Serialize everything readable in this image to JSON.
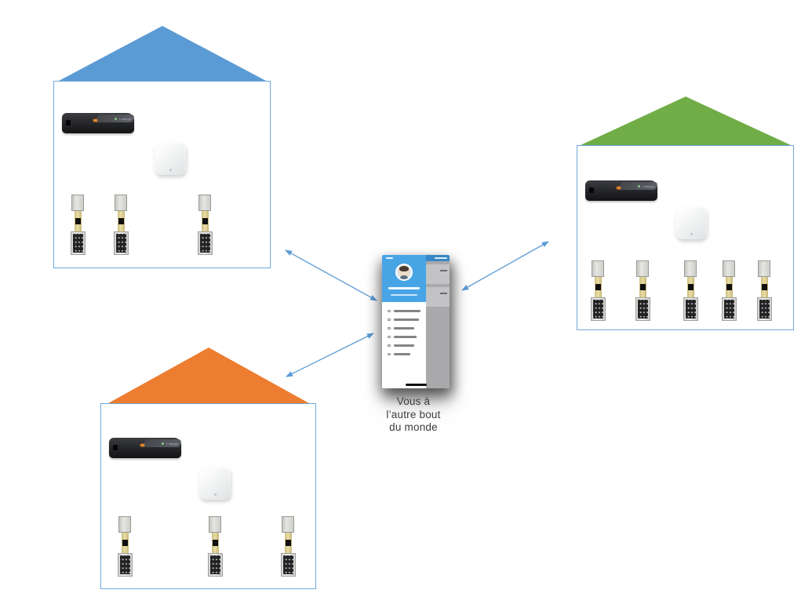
{
  "diagram": {
    "caption_lines": [
      "Vous à",
      "l’autre bout",
      "du monde"
    ]
  },
  "colors": {
    "arrow": "#5b9bd5",
    "house_border": "#6ea7dc",
    "roof_blue": "#5b9bd5",
    "roof_green": "#70ad47",
    "roof_orange": "#ed7d31",
    "phone_header_blue": "#47a5e6",
    "phone_statusbar_blue": "#3787c6"
  },
  "houses": [
    {
      "name": "house-blue",
      "roof_color": "#5b9bd5",
      "devices": {
        "router_brand": "Linksys",
        "access_point": "wifi-access-point",
        "smart_lock_count": 3
      }
    },
    {
      "name": "house-green",
      "roof_color": "#70ad47",
      "devices": {
        "router_brand": "Linksys",
        "access_point": "wifi-access-point",
        "smart_lock_count": 5
      }
    },
    {
      "name": "house-orange",
      "roof_color": "#ed7d31",
      "devices": {
        "router_brand": "Linksys",
        "access_point": "wifi-access-point",
        "smart_lock_count": 3
      }
    }
  ],
  "phone": {
    "drawer": {
      "has_avatar": true,
      "menu_item_count": 6
    },
    "dimmed_card_count": 2
  },
  "connections": [
    {
      "from": "house-blue",
      "to": "phone",
      "bidirectional": true
    },
    {
      "from": "house-green",
      "to": "phone",
      "bidirectional": true
    },
    {
      "from": "house-orange",
      "to": "phone",
      "bidirectional": true
    }
  ]
}
